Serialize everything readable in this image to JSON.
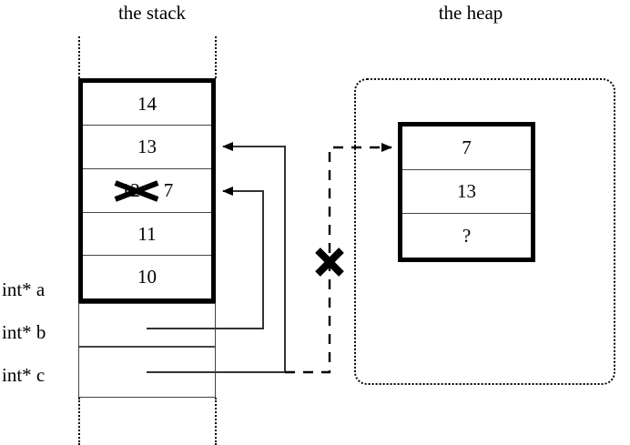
{
  "figure": {
    "type": "memory-diagram",
    "description": "Stack and heap memory diagram showing pointers a, b and c; b is reassigned from 12 to 7 and c is a dangling pointer marked with an X"
  },
  "stack": {
    "title": "the stack",
    "frame_cells": [
      {
        "value": "14"
      },
      {
        "value": "13"
      },
      {
        "value": "7",
        "struck_value": "12",
        "struck": true
      },
      {
        "value": "11"
      },
      {
        "value": "10"
      }
    ],
    "variables": [
      {
        "label": "int* a"
      },
      {
        "label": "int* b"
      },
      {
        "label": "int* c"
      }
    ]
  },
  "heap": {
    "title": "the heap",
    "block_cells": [
      {
        "value": "7"
      },
      {
        "value": "13"
      },
      {
        "value": "?"
      }
    ]
  },
  "connectors": [
    {
      "name": "b-pointer-to-13",
      "style": "solid",
      "target": "13"
    },
    {
      "name": "a-pointer-to-7",
      "style": "solid",
      "target": "7"
    },
    {
      "name": "c-pointer-to-heap",
      "style": "dashed",
      "target": "heap-7",
      "invalidated": true
    }
  ],
  "marks": [
    {
      "name": "strikeout-on-12",
      "glyph": "X"
    },
    {
      "name": "invalid-pointer-x",
      "glyph": "X"
    }
  ]
}
